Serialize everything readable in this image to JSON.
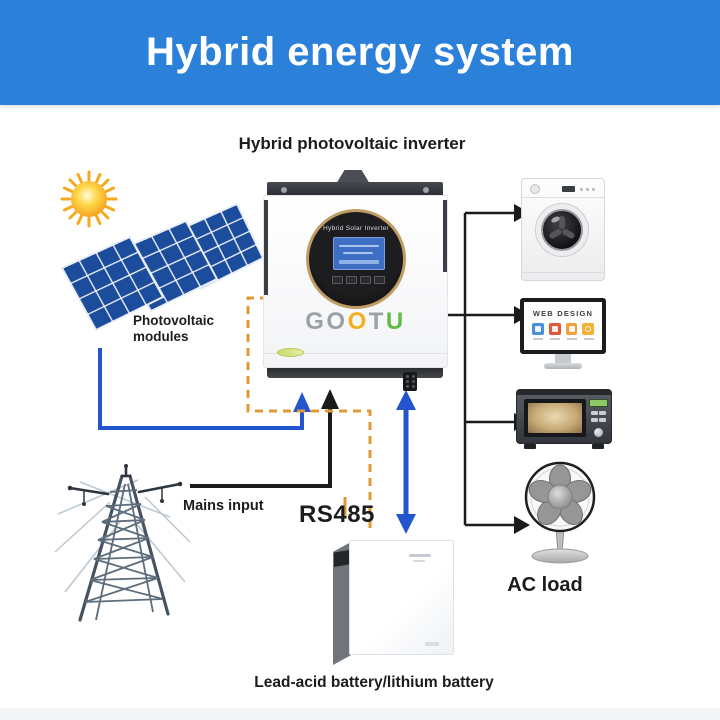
{
  "header": {
    "title": "Hybrid energy system"
  },
  "labels": {
    "inverter_title": "Hybrid photovoltaic inverter",
    "pv_modules": "Photovoltaic modules",
    "mains_input": "Mains input",
    "rs485": "RS485",
    "ac_load": "AC load",
    "battery_caption": "Lead-acid battery/lithium battery"
  },
  "inverter": {
    "brand_letters": [
      "G",
      "O",
      "O",
      "T",
      "U"
    ],
    "display_caption": "Hybrid Solar Inverter"
  },
  "monitor": {
    "screen_title": "WEB DESIGN"
  },
  "colors": {
    "banner-blue": "#2B80D9",
    "arrow-blue": "#2356CE",
    "arrow-black": "#1A1A1A",
    "dash-orange": "#E09A35",
    "panel-blue": "#1C4C9C",
    "brand-gray": "#9BA1A8",
    "brand-yellow": "#F2B01E",
    "brand-green": "#63BB46",
    "tile-blue": "#4A90D9",
    "tile-red": "#E05A3A",
    "tile-orange": "#F0A13C",
    "tile-amber": "#F5B133",
    "display-ring": "#BF9D62",
    "lcd-blue": "#3F6FC4"
  }
}
